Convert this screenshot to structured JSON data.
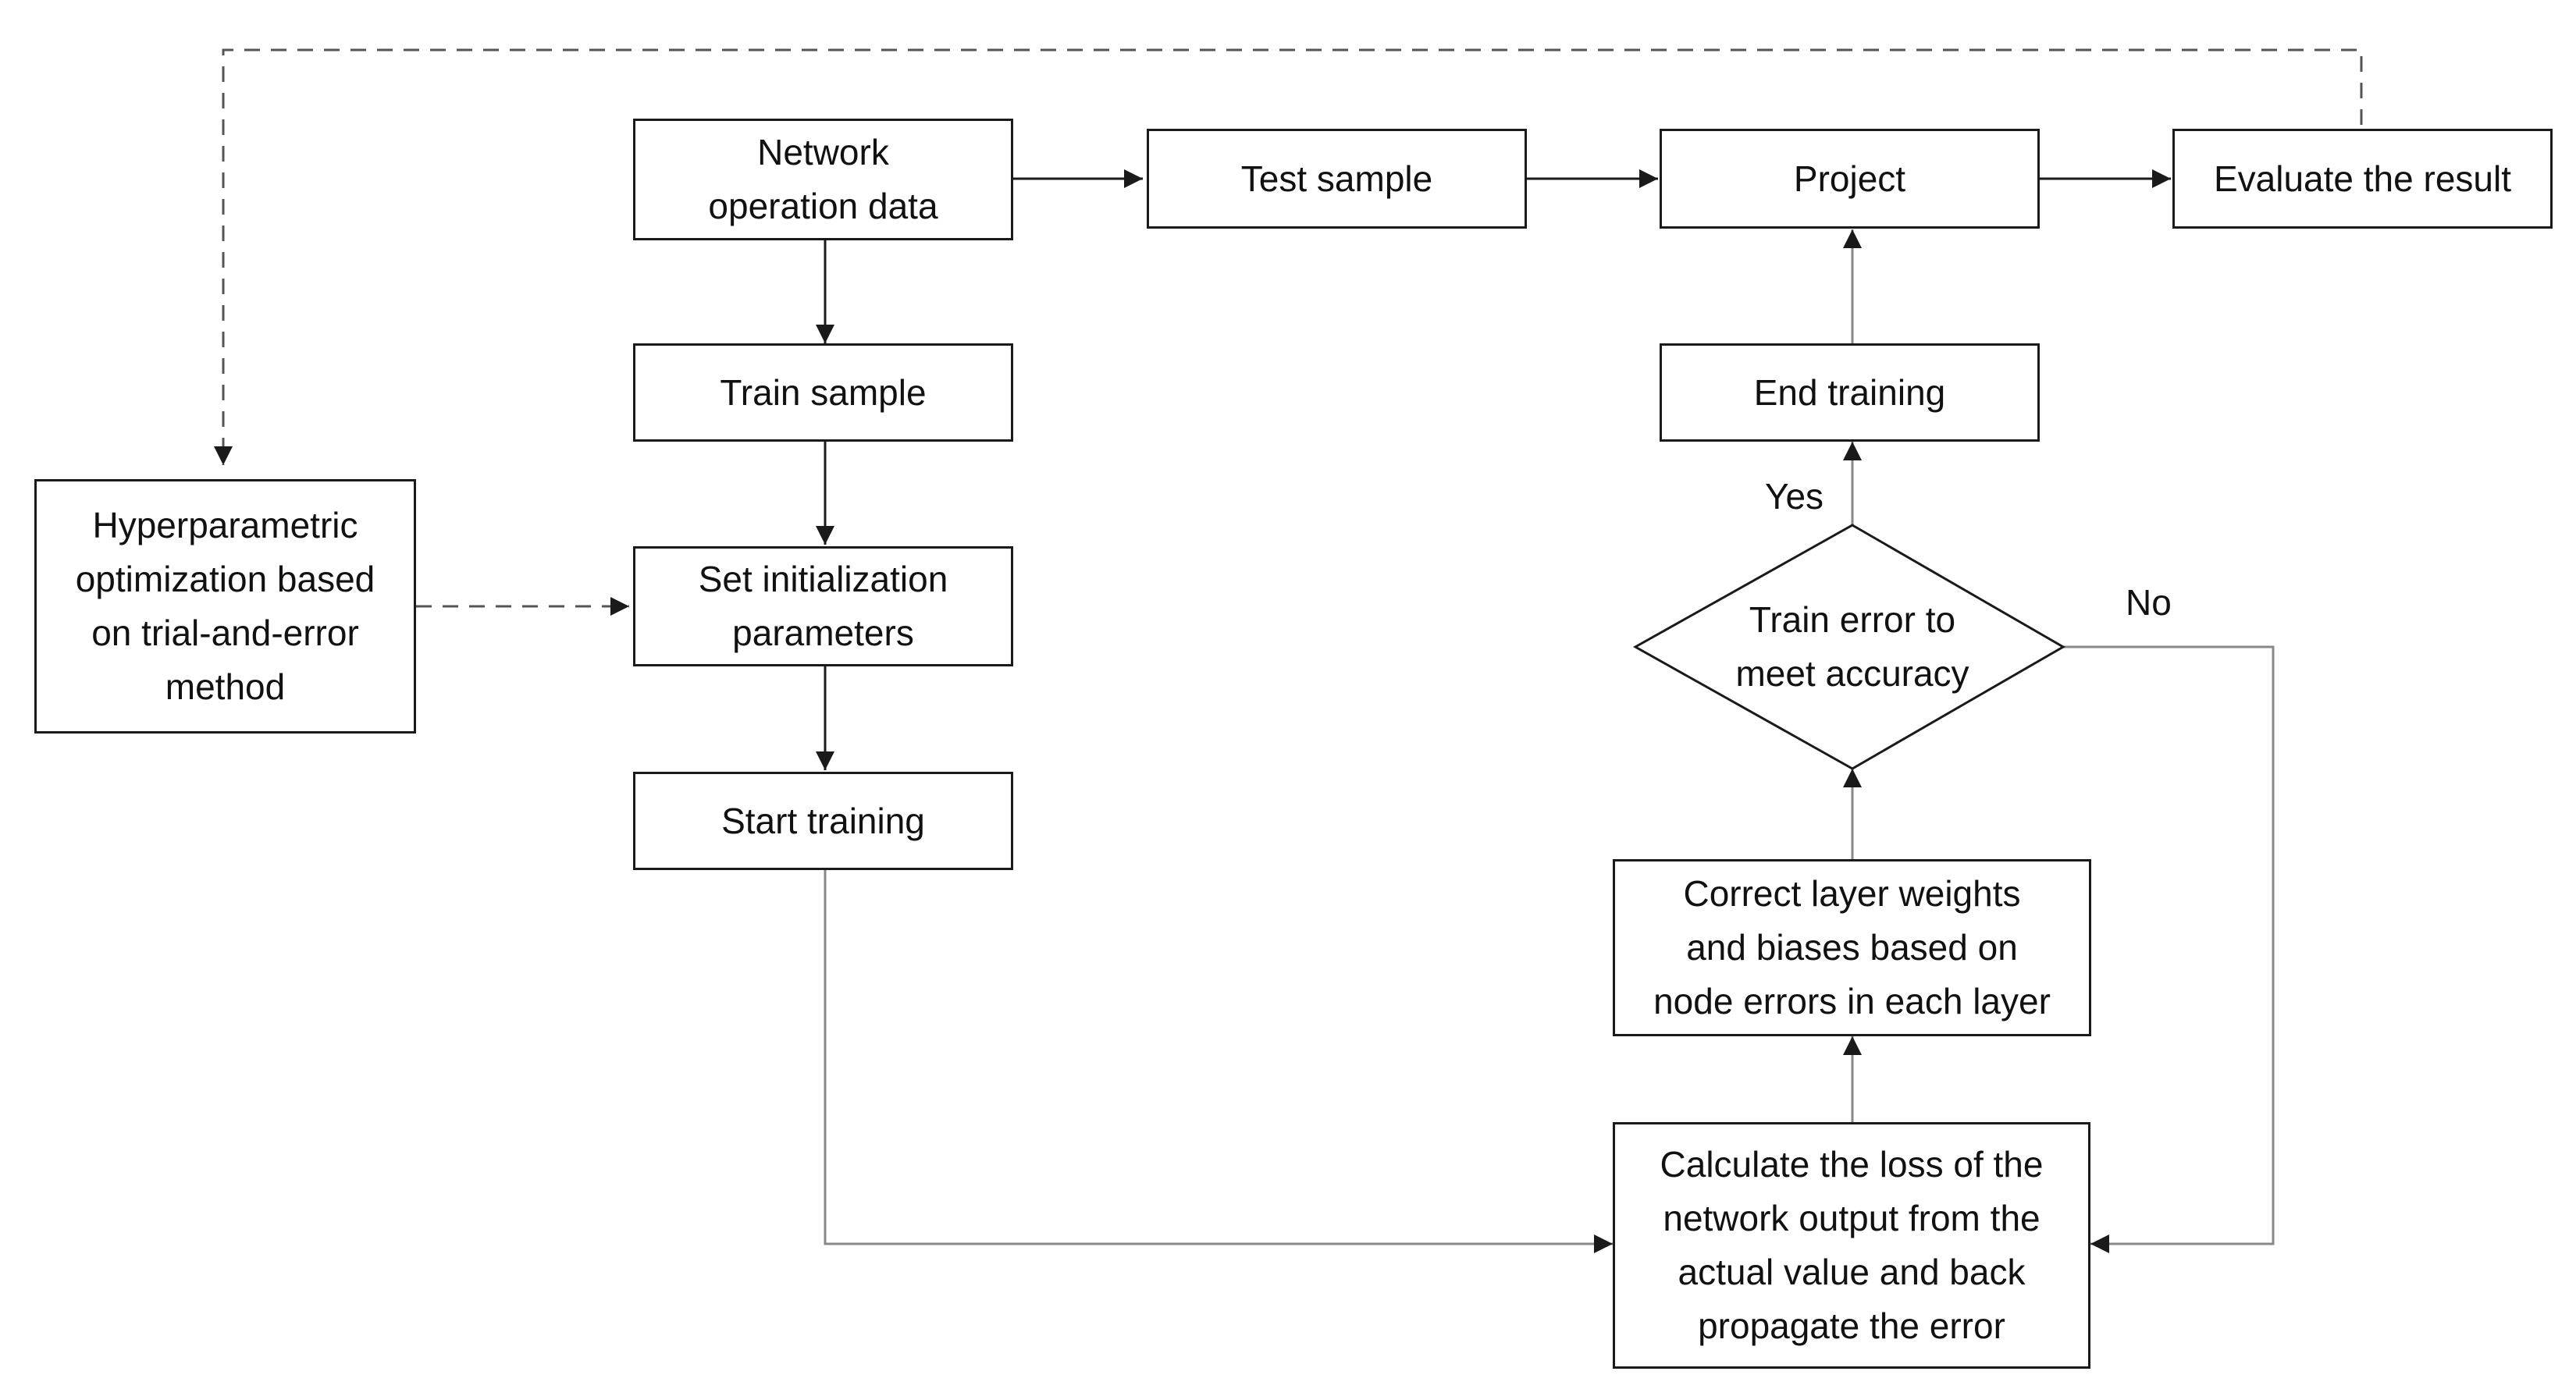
{
  "nodes": {
    "network_operation_data": "Network\noperation data",
    "test_sample": "Test sample",
    "project": "Project",
    "evaluate_the_result": "Evaluate the result",
    "train_sample": "Train sample",
    "end_training": "End training",
    "hyperparametric_optimization": "Hyperparametric\noptimization based\non trial-and-error\nmethod",
    "set_initialization_parameters": "Set initialization\nparameters",
    "train_error_decision": "Train error to\nmeet accuracy",
    "start_training": "Start training",
    "correct_layer_weights": "Correct layer weights\nand biases based on\nnode errors in each layer",
    "calculate_loss": "Calculate the loss of the\nnetwork output from the\nactual value and back\npropagate the error"
  },
  "edge_labels": {
    "yes": "Yes",
    "no": "No"
  },
  "colors": {
    "line": "#1a1a1a",
    "connector": "#888888",
    "dashed": "#555555",
    "background": "#ffffff"
  }
}
